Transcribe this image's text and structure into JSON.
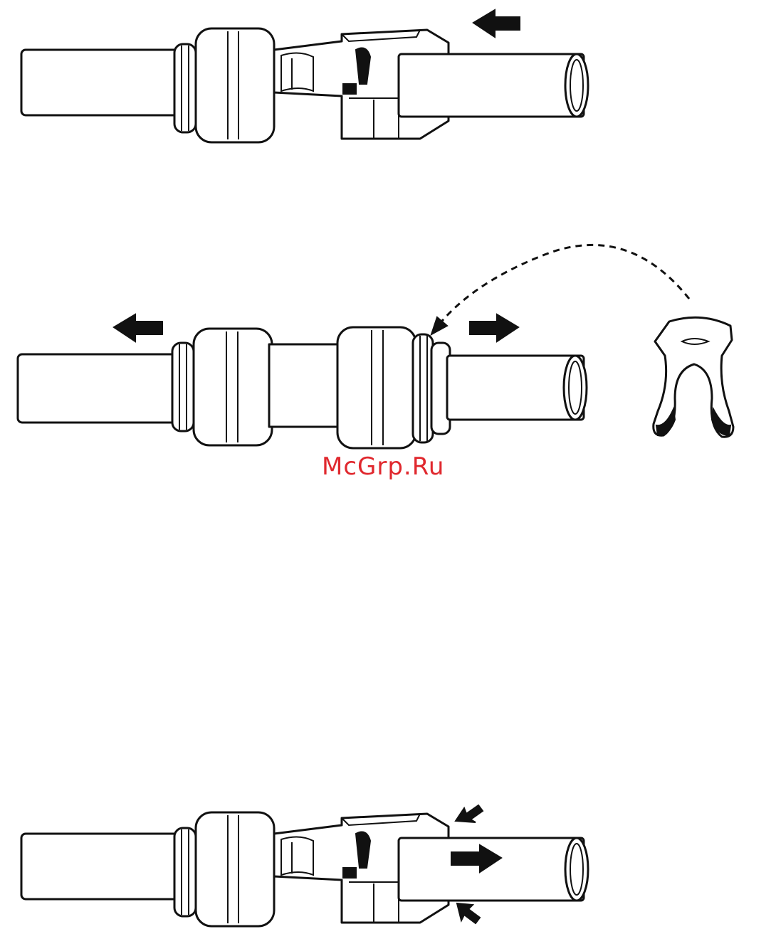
{
  "watermark": "McGrp.Ru",
  "colors": {
    "line": "#111111",
    "watermark": "#e0282e",
    "background": "#ffffff"
  },
  "figures": [
    {
      "id": "step-1",
      "arrows": [
        "left"
      ]
    },
    {
      "id": "step-2",
      "arrows": [
        "left",
        "right"
      ],
      "clip": "locking-clip-icon",
      "dashed_arc": true
    },
    {
      "id": "step-3",
      "arrows": [
        "right",
        "collet-press-upper",
        "collet-press-lower"
      ]
    }
  ]
}
